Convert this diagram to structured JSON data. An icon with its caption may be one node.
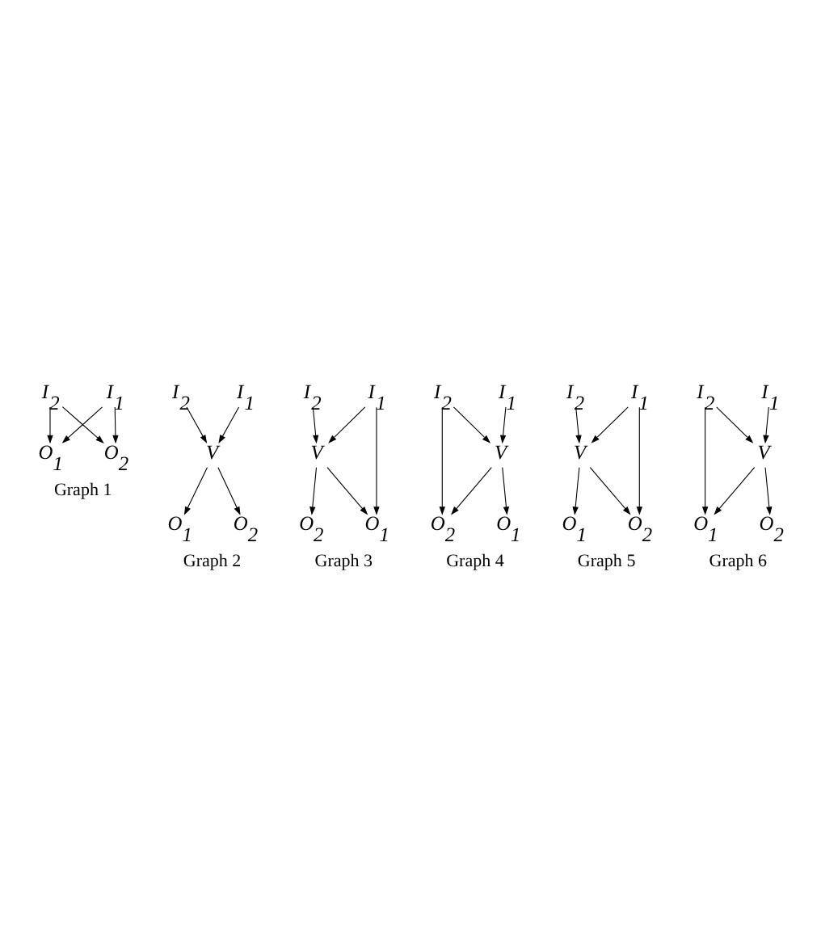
{
  "diagram": {
    "nodes": [
      {
        "text": [
          "I$_{1}$"
        ]
      },
      {
        "text": [
          "I$_{2}$"
        ]
      },
      {
        "text": [
          "O$_{1}$"
        ]
      },
      {
        "text": [
          "O$_{2}$"
        ]
      },
      {
        "text": [
          "I$_{1}$"
        ]
      },
      {
        "text": [
          "I$_{2}$"
        ]
      },
      {
        "text": [
          "V"
        ]
      },
      {
        "text": [
          "O$_{1}$"
        ]
      },
      {
        "text": [
          "O$_{2}$"
        ]
      },
      {
        "text": [
          "I$_{1}$"
        ]
      },
      {
        "text": [
          "I$_{2}$"
        ]
      },
      {
        "text": [
          "V"
        ]
      },
      {
        "text": [
          "O$_{1}$"
        ]
      },
      {
        "text": [
          "O$_{2}$"
        ]
      },
      {
        "text": [
          "I$_{1}$"
        ]
      },
      {
        "text": [
          "I$_{2}$"
        ]
      },
      {
        "text": [
          "V"
        ]
      },
      {
        "text": [
          "O$_{1}$"
        ]
      },
      {
        "text": [
          "O$_{2}$"
        ]
      },
      {
        "text": [
          "I$_{1}$"
        ]
      },
      {
        "text": [
          "I$_{2}$"
        ]
      },
      {
        "text": [
          "V"
        ]
      },
      {
        "text": [
          "O$_{1}$"
        ]
      },
      {
        "text": [
          "O$_{2}$"
        ]
      },
      {
        "text": [
          "I$_{1}$"
        ]
      },
      {
        "text": [
          "I$_{2}$"
        ]
      },
      {
        "text": [
          "V"
        ]
      },
      {
        "text": [
          "O$_{1}$"
        ]
      },
      {
        "text": [
          "O$_{2}$"
        ]
      }
    ],
    "edges": [
      {
        "from": 0,
        "to": 2,
        "arrow": "to"
      },
      {
        "from": 0,
        "to": 3,
        "arrow": "to"
      },
      {
        "from": 1,
        "to": 2,
        "arrow": "to"
      },
      {
        "from": 1,
        "to": 3,
        "arrow": "to"
      },
      {
        "from": 4,
        "to": 6,
        "arrow": "to"
      },
      {
        "from": 5,
        "to": 6,
        "arrow": "to"
      },
      {
        "from": 6,
        "to": 7,
        "arrow": "to"
      },
      {
        "from": 6,
        "to": 8,
        "arrow": "to"
      },
      {
        "from": 9,
        "to": 11,
        "arrow": "to"
      },
      {
        "from": 10,
        "to": 11,
        "arrow": "to"
      },
      {
        "from": 11,
        "to": 12,
        "arrow": "to"
      },
      {
        "from": 11,
        "to": 13,
        "arrow": "to"
      },
      {
        "from": 9,
        "to": 12,
        "arrow": "to"
      },
      {
        "from": 14,
        "to": 16,
        "arrow": "to"
      },
      {
        "from": 15,
        "to": 16,
        "arrow": "to"
      },
      {
        "from": 16,
        "to": 17,
        "arrow": "to"
      },
      {
        "from": 16,
        "to": 18,
        "arrow": "to"
      },
      {
        "from": 15,
        "to": 18,
        "arrow": "to"
      },
      {
        "from": 19,
        "to": 21,
        "arrow": "to"
      },
      {
        "from": 20,
        "to": 21,
        "arrow": "to"
      },
      {
        "from": 21,
        "to": 22,
        "arrow": "to"
      },
      {
        "from": 21,
        "to": 23,
        "arrow": "to"
      },
      {
        "from": 19,
        "to": 23,
        "arrow": "to"
      },
      {
        "from": 24,
        "to": 26,
        "arrow": "to"
      },
      {
        "from": 25,
        "to": 26,
        "arrow": "to"
      },
      {
        "from": 26,
        "to": 27,
        "arrow": "to"
      },
      {
        "from": 26,
        "to": 28,
        "arrow": "to"
      },
      {
        "from": 25,
        "to": 27,
        "arrow": "to"
      }
    ],
    "labels": [
      "Graph 1",
      "Graph 2",
      "Graph 3",
      "Graph 4",
      "Graph 5",
      "Graph 6"
    ]
  }
}
